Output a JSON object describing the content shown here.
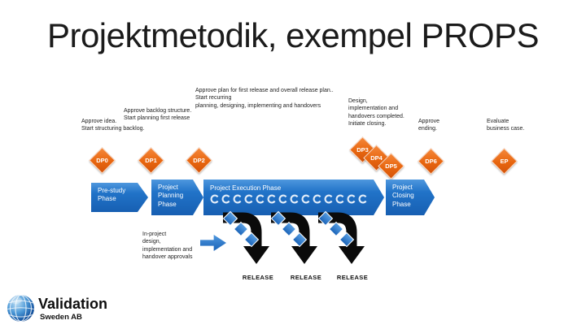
{
  "slide": {
    "title": "Projektmetodik, exempel PROPS"
  },
  "annotations": [
    {
      "text": "Approve idea.\nStart structuring backlog."
    },
    {
      "text": "Approve backlog structure.\nStart planning first release"
    },
    {
      "text": "Approve plan for first release and overall release plan..\nStart recurring\nplanning, designing, implementing and handovers"
    },
    {
      "text": "Design,\nimplementation and\nhandovers completed.\nInitiate closing."
    },
    {
      "text": "Approve\nending."
    },
    {
      "text": "Evaluate\nbusiness case."
    }
  ],
  "gates": [
    {
      "label": "DP0"
    },
    {
      "label": "DP1"
    },
    {
      "label": "DP2"
    },
    {
      "label": "DP3"
    },
    {
      "label": "DP4"
    },
    {
      "label": "DP5"
    },
    {
      "label": "DP6"
    },
    {
      "label": "EP"
    }
  ],
  "phases": {
    "prestudy": {
      "label": "Pre-study\nPhase"
    },
    "planning": {
      "label": "Project\nPlanning\nPhase"
    },
    "execution": {
      "label": "Project Execution Phase",
      "loop_count": 14
    },
    "closing": {
      "label": "Project\nClosing\nPhase"
    }
  },
  "inproject_note": "In-project\ndesign,\nimplementation and\nhandover approvals",
  "releases": [
    {
      "label": "RELEASE"
    },
    {
      "label": "RELEASE"
    },
    {
      "label": "RELEASE"
    }
  ],
  "logo": {
    "name": "Validation",
    "subtitle": "Sweden AB"
  },
  "colors": {
    "gate_orange": "#E8660F",
    "phase_blue": "#2173C8",
    "diamond_blue": "#2B7BD0",
    "arrow_black": "#0A0A0A"
  }
}
